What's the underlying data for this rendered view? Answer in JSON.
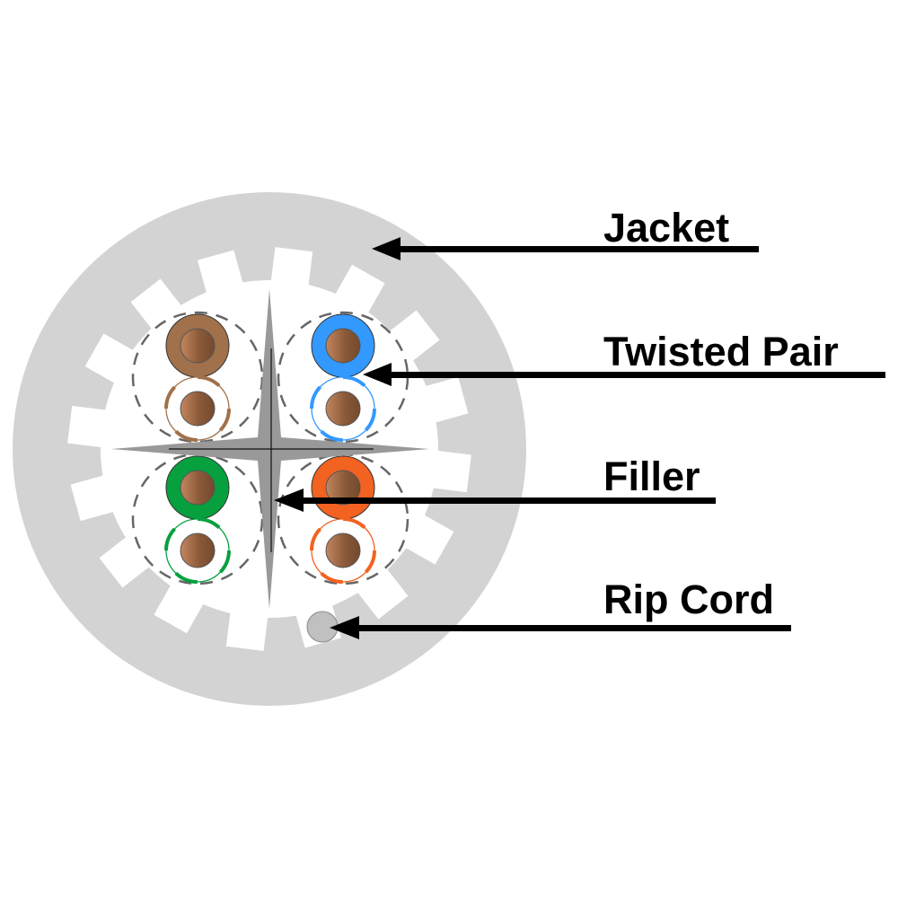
{
  "labels": {
    "jacket": "Jacket",
    "twisted_pair": "Twisted Pair",
    "filler": "Filler",
    "rip_cord": "Rip Cord"
  },
  "pairs": [
    {
      "name": "brown",
      "color": "#a0714a"
    },
    {
      "name": "blue",
      "color": "#3399ff"
    },
    {
      "name": "green",
      "color": "#07a03f"
    },
    {
      "name": "orange",
      "color": "#f26220"
    }
  ],
  "colors": {
    "jacket": "#d3d3d3",
    "filler": "#999999",
    "rip_cord": "#c0c0c0",
    "copper_light": "#c4865e",
    "copper_dark": "#74492e"
  }
}
